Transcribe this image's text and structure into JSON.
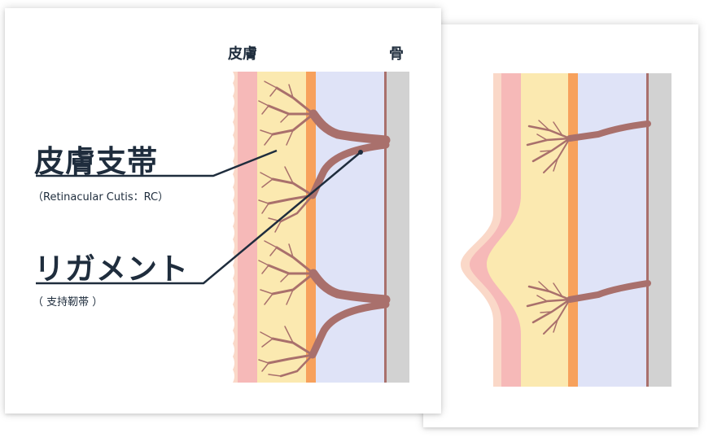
{
  "labels": {
    "skin_header": "皮膚",
    "bone_header": "骨",
    "rc_title": "皮膚支帯",
    "rc_sub": "（Retinacular Cutis：RC）",
    "lig_title": "リガメント",
    "lig_sub": "（ 支持靭帯 ）"
  },
  "colors": {
    "skin_pink": "#f6b9b8",
    "skin_edge": "#fad8c8",
    "fat_yellow": "#fbe9b0",
    "fascia_orange": "#f7a15c",
    "deep_lavender": "#dfe3f7",
    "bone_gray": "#d2d2d2",
    "ligament_brown": "#a9706c",
    "line_navy": "#1f2d3d"
  }
}
